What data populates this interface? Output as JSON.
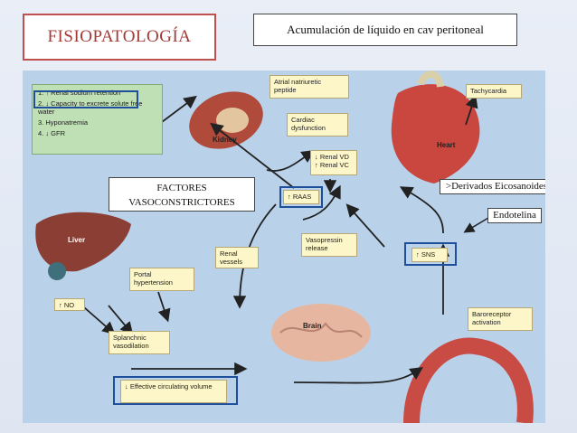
{
  "title": "FISIOPATOLOGÍA",
  "callout_top": "Acumulación de líquido en cav peritoneal",
  "green_box": {
    "items": [
      "1. ↑ Renal sodium retention",
      "2. ↓ Capacity to excrete solute free water",
      "3. Hyponatremia",
      "4. ↓ GFR"
    ]
  },
  "organs": {
    "kidney": "Kidney",
    "heart": "Heart",
    "liver": "Liver",
    "brain": "Brain"
  },
  "boxes": {
    "anp": "Atrial natriuretic peptide",
    "tachycardia": "Tachycardia",
    "cardiac": "Cardiac dysfunction",
    "renal_vd": "↓ Renal VD",
    "renal_vc": "↑ Renal VC",
    "raas": "↑ RAAS",
    "renal_vessels": "Renal vessels",
    "vasopressin": "Vasopressin release",
    "sns": "↑ SNS",
    "portal": "Portal hypertension",
    "no": "↑ NO",
    "splanchnic": "Splanchnic vasodilation",
    "baroreceptor": "Baroreceptor activation",
    "ecv": "↓ Effective circulating volume"
  },
  "overlays": {
    "factores": "FACTORES VASOCONSTRICTORES",
    "derivados": ">Derivados Eicosanoides",
    "endotelina": "Endotelina"
  }
}
